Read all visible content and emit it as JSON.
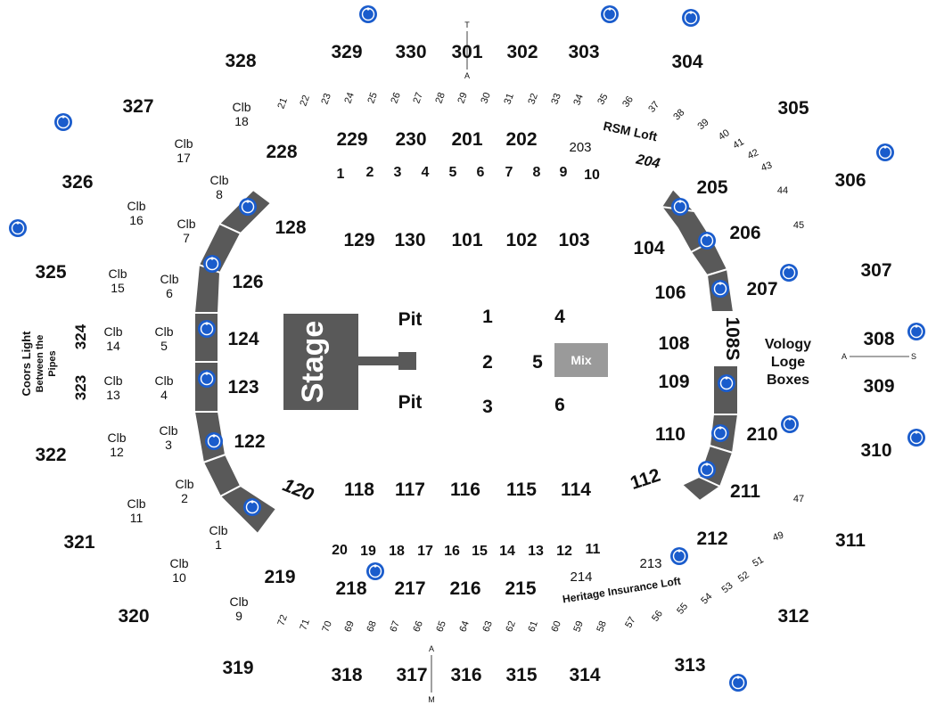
{
  "colors": {
    "floor_block": "#595959",
    "mix_booth": "#9a9a9a",
    "ada_badge": "#1a5ccc",
    "stage": "#595959",
    "text": "#111111"
  },
  "icons": {
    "accessible": "wheelchair-icon"
  },
  "stage": {
    "label": "Stage"
  },
  "floor": {
    "pit_top": "Pit",
    "pit_bottom": "Pit",
    "mix": "Mix",
    "sections": [
      "1",
      "2",
      "3",
      "4",
      "5",
      "6"
    ]
  },
  "lower_bowl": [
    "101",
    "102",
    "103",
    "104",
    "106",
    "108",
    "108S",
    "109",
    "110",
    "112",
    "114",
    "115",
    "116",
    "117",
    "118",
    "120",
    "122",
    "123",
    "124",
    "126",
    "128",
    "129",
    "130"
  ],
  "mid_level": [
    "201",
    "202",
    "203",
    "204",
    "205",
    "206",
    "207",
    "210",
    "211",
    "212",
    "213",
    "214",
    "215",
    "216",
    "217",
    "218",
    "219",
    "228",
    "229",
    "230"
  ],
  "upper_bowl": [
    "301",
    "302",
    "303",
    "304",
    "305",
    "306",
    "307",
    "308",
    "309",
    "310",
    "311",
    "312",
    "313",
    "314",
    "315",
    "316",
    "317",
    "318",
    "319",
    "320",
    "321",
    "322",
    "323",
    "324",
    "325",
    "326",
    "327",
    "328",
    "329",
    "330"
  ],
  "lofts": {
    "rsm": "RSM Loft",
    "heritage": "Heritage Insurance Loft",
    "vology": [
      "Vology",
      "Loge",
      "Boxes"
    ],
    "coors": [
      "Coors Light",
      "Between the",
      "Pipes"
    ]
  },
  "clubs": [
    [
      "Clb",
      "18"
    ],
    [
      "Clb",
      "17"
    ],
    [
      "Clb",
      "16"
    ],
    [
      "Clb",
      "15"
    ],
    [
      "Clb",
      "14"
    ],
    [
      "Clb",
      "13"
    ],
    [
      "Clb",
      "12"
    ],
    [
      "Clb",
      "11"
    ],
    [
      "Clb",
      "10"
    ],
    [
      "Clb",
      "9"
    ],
    [
      "Clb",
      "8"
    ],
    [
      "Clb",
      "7"
    ],
    [
      "Clb",
      "6"
    ],
    [
      "Clb",
      "5"
    ],
    [
      "Clb",
      "4"
    ],
    [
      "Clb",
      "3"
    ],
    [
      "Clb",
      "2"
    ],
    [
      "Clb",
      "1"
    ]
  ],
  "suites_upper": [
    "1",
    "2",
    "3",
    "4",
    "5",
    "6",
    "7",
    "8",
    "9",
    "10"
  ],
  "suites_lower": [
    "20",
    "19",
    "18",
    "17",
    "16",
    "15",
    "14",
    "13",
    "12",
    "11"
  ],
  "rows_top": [
    "21",
    "22",
    "23",
    "24",
    "25",
    "26",
    "27",
    "28",
    "29",
    "30",
    "31",
    "32",
    "33",
    "34",
    "35",
    "36",
    "37",
    "38",
    "39",
    "40",
    "41",
    "42",
    "43",
    "44",
    "45"
  ],
  "rows_bottom": [
    "72",
    "71",
    "70",
    "69",
    "68",
    "67",
    "66",
    "65",
    "64",
    "63",
    "62",
    "61",
    "60",
    "59",
    "58",
    "57",
    "56",
    "55",
    "54",
    "53",
    "52",
    "51",
    "49",
    "47"
  ],
  "markers": {
    "t": "T",
    "a_top": "A",
    "a_bottom": "A",
    "m": "M",
    "a_right": "A",
    "s": "S"
  }
}
